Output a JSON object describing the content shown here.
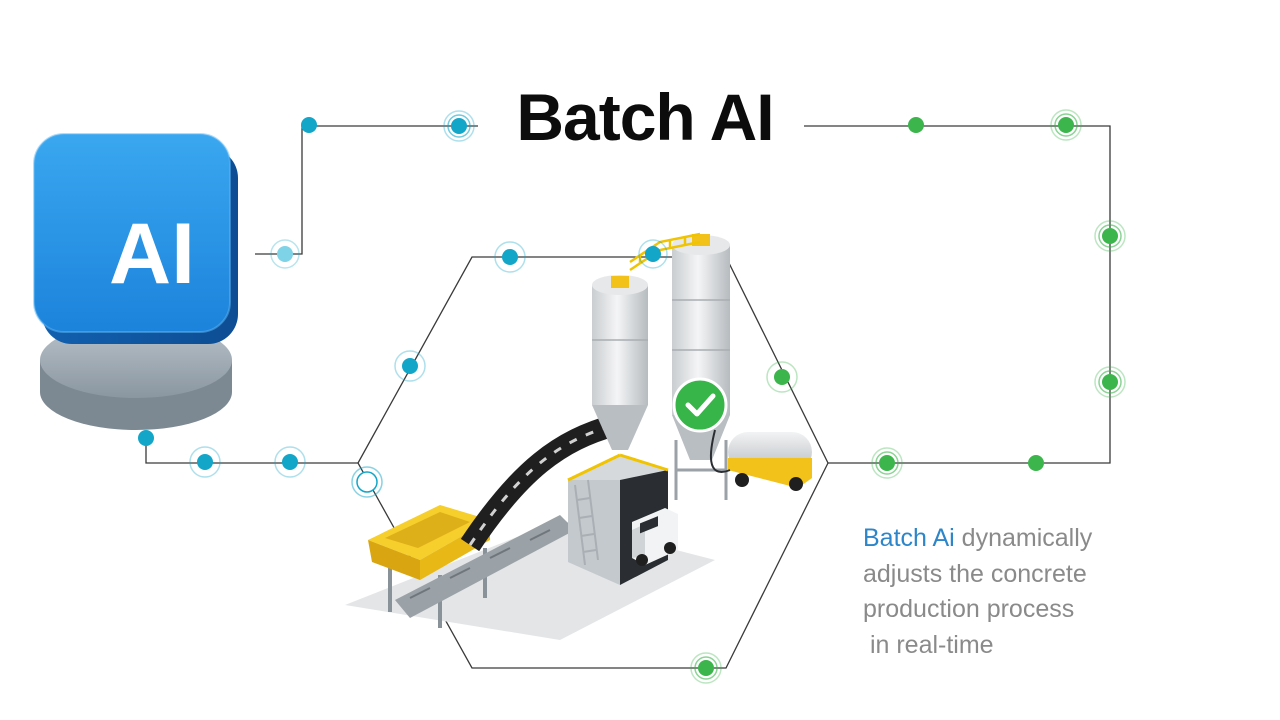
{
  "title": "Batch AI",
  "ai_block_label": "AI",
  "description": {
    "highlight": "Batch Ai",
    "line1_rest": " dynamically",
    "line2": "adjusts the concrete",
    "line3": "production process",
    "line4": " in real-time"
  },
  "colors": {
    "title": "#0c0c0c",
    "highlight": "#2c86c9",
    "description": "#8a8a8a",
    "node_teal": "#13a6c8",
    "node_green": "#3cb64c",
    "ai_block": "#1a7ed6",
    "check_badge": "#38b549",
    "hopper_yellow": "#f2c21b",
    "line": "#3a3a3a"
  },
  "icons": {
    "ai_block": "ai-chip-icon",
    "check": "check-circle-icon",
    "plant": "concrete-batching-plant-illustration"
  }
}
